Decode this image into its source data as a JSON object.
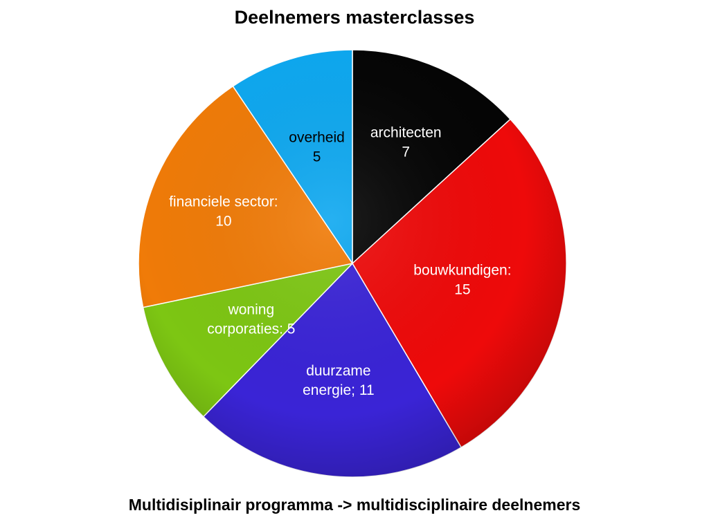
{
  "chart_data": {
    "type": "pie",
    "title": "Deelnemers masterclasses",
    "subtitle": "Multidisiplinair programma -> multidisciplinaire deelnemers",
    "slices": [
      {
        "label_lines": [
          "architecten",
          "7"
        ],
        "category": "architecten",
        "value": 7,
        "color": "#050505",
        "text_color": "#ffffff"
      },
      {
        "label_lines": [
          "bouwkundigen:",
          "15"
        ],
        "category": "bouwkundigen",
        "value": 15,
        "color": "#ee0a0a",
        "text_color": "#ffffff"
      },
      {
        "label_lines": [
          "duurzame",
          "energie; 11"
        ],
        "category": "duurzame energie",
        "value": 11,
        "color": "#3a24d6",
        "text_color": "#ffffff"
      },
      {
        "label_lines": [
          "woning",
          "corporaties: 5"
        ],
        "category": "woning corporaties",
        "value": 5,
        "color": "#7dc613",
        "text_color": "#ffffff"
      },
      {
        "label_lines": [
          "financiele sector:",
          "10"
        ],
        "category": "financiele sector",
        "value": 10,
        "color": "#f07b08",
        "text_color": "#ffffff"
      },
      {
        "label_lines": [
          "overheid",
          "5"
        ],
        "category": "overheid",
        "value": 5,
        "color": "#0ea8f0",
        "text_color": "#000000"
      }
    ],
    "start": "12 o'clock",
    "direction": "clockwise",
    "legend": "none",
    "data_labels": "inside"
  }
}
